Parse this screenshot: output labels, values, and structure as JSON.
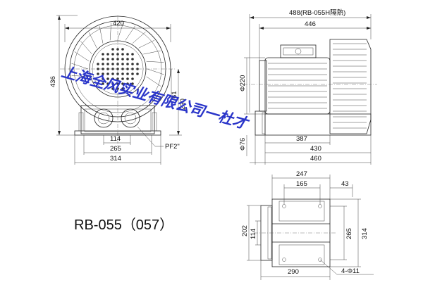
{
  "model": "RB-055（057）",
  "front_view": {
    "width_top": "420",
    "height_left": "436",
    "height_right": "230",
    "offset": "61",
    "port_center": "114",
    "base_inner": "265",
    "base_outer": "314",
    "port_thread": "PF2\""
  },
  "side_view": {
    "length_total_top": "488(RB-055H隔熱)",
    "length_top": "446",
    "diameter": "Φ220",
    "diameter_small": "Φ76",
    "len_387": "387",
    "len_430": "430",
    "len_460": "460"
  },
  "bottom_view": {
    "width_247": "247",
    "width_165": "165",
    "width_43": "43",
    "h_202": "202",
    "h_114": "114",
    "h_265": "265",
    "h_314": "314",
    "width_290": "290",
    "holes": "4-Φ11"
  },
  "watermark": "上海全风实业有限公司一杜才",
  "colors": {
    "line": "#222222",
    "watermark": "#2a35c9"
  }
}
